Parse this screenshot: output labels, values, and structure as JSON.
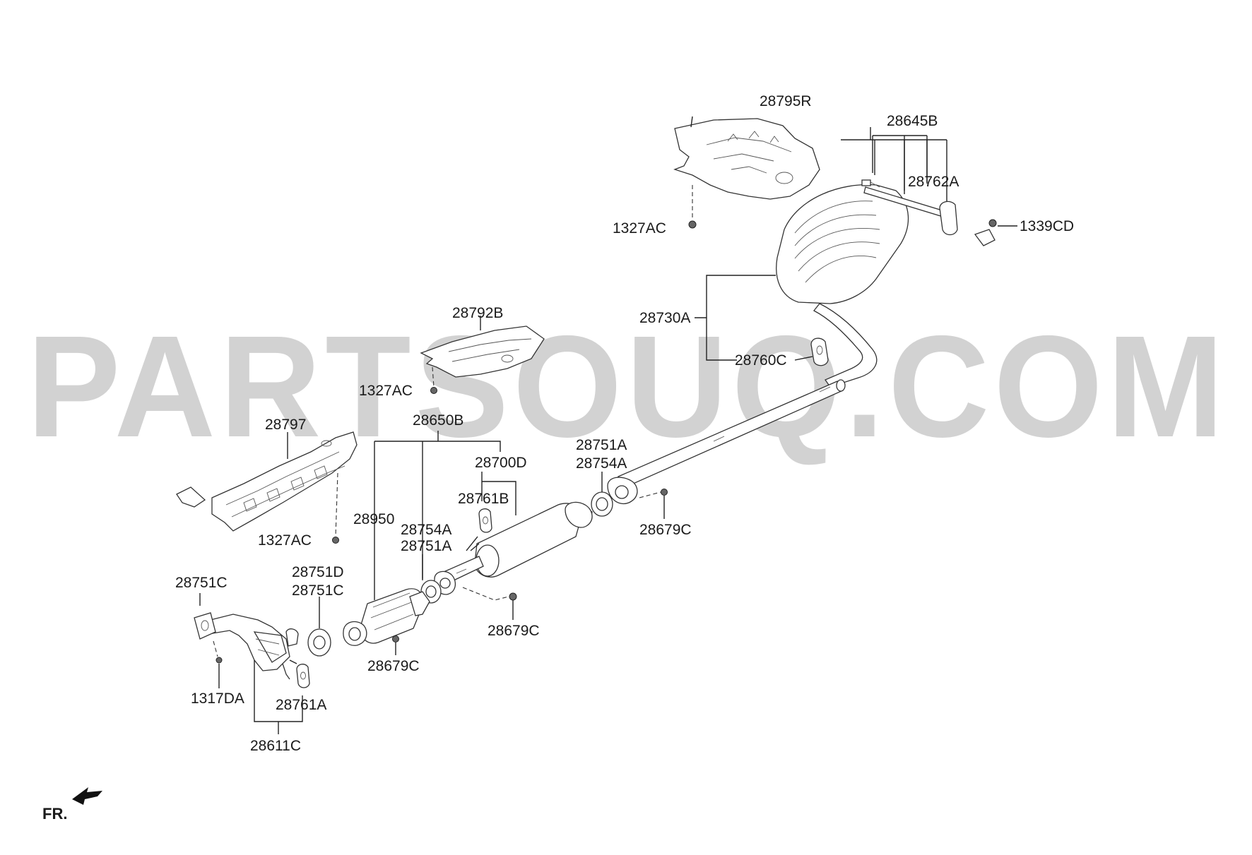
{
  "watermark": "PARTSOUQ.COM",
  "front_indicator": "FR.",
  "callouts": {
    "heat_protector_rear": "28795R",
    "hanger_group": "28645B",
    "hanger_rubber_rear": "28762A",
    "nut_rear_protector": "1327AC",
    "bolt_rear": "1339CD",
    "muffler_group": "28730A",
    "hanger_rubber_mid": "28760C",
    "heat_protector_center": "28792B",
    "nut_center_protector": "1327AC",
    "center_pipe_group": "28650B",
    "center_muffler_group": "28700D",
    "heat_protector_front": "28797",
    "nut_front_protector": "1327AC",
    "gasket_rear_a": "28751A",
    "gasket_rear_b": "28754A",
    "hanger_center": "28761B",
    "nut_rear_joint": "28679C",
    "converter": "28950",
    "gasket_center_a": "28754A",
    "gasket_center_b": "28751A",
    "nut_center_joint": "28679C",
    "gasket_front_d": "28751D",
    "gasket_front_c": "28751C",
    "gasket_manifold": "28751C",
    "nut_converter": "28679C",
    "stud_front": "1317DA",
    "hanger_front": "28761A",
    "front_pipe_group": "28611C"
  }
}
